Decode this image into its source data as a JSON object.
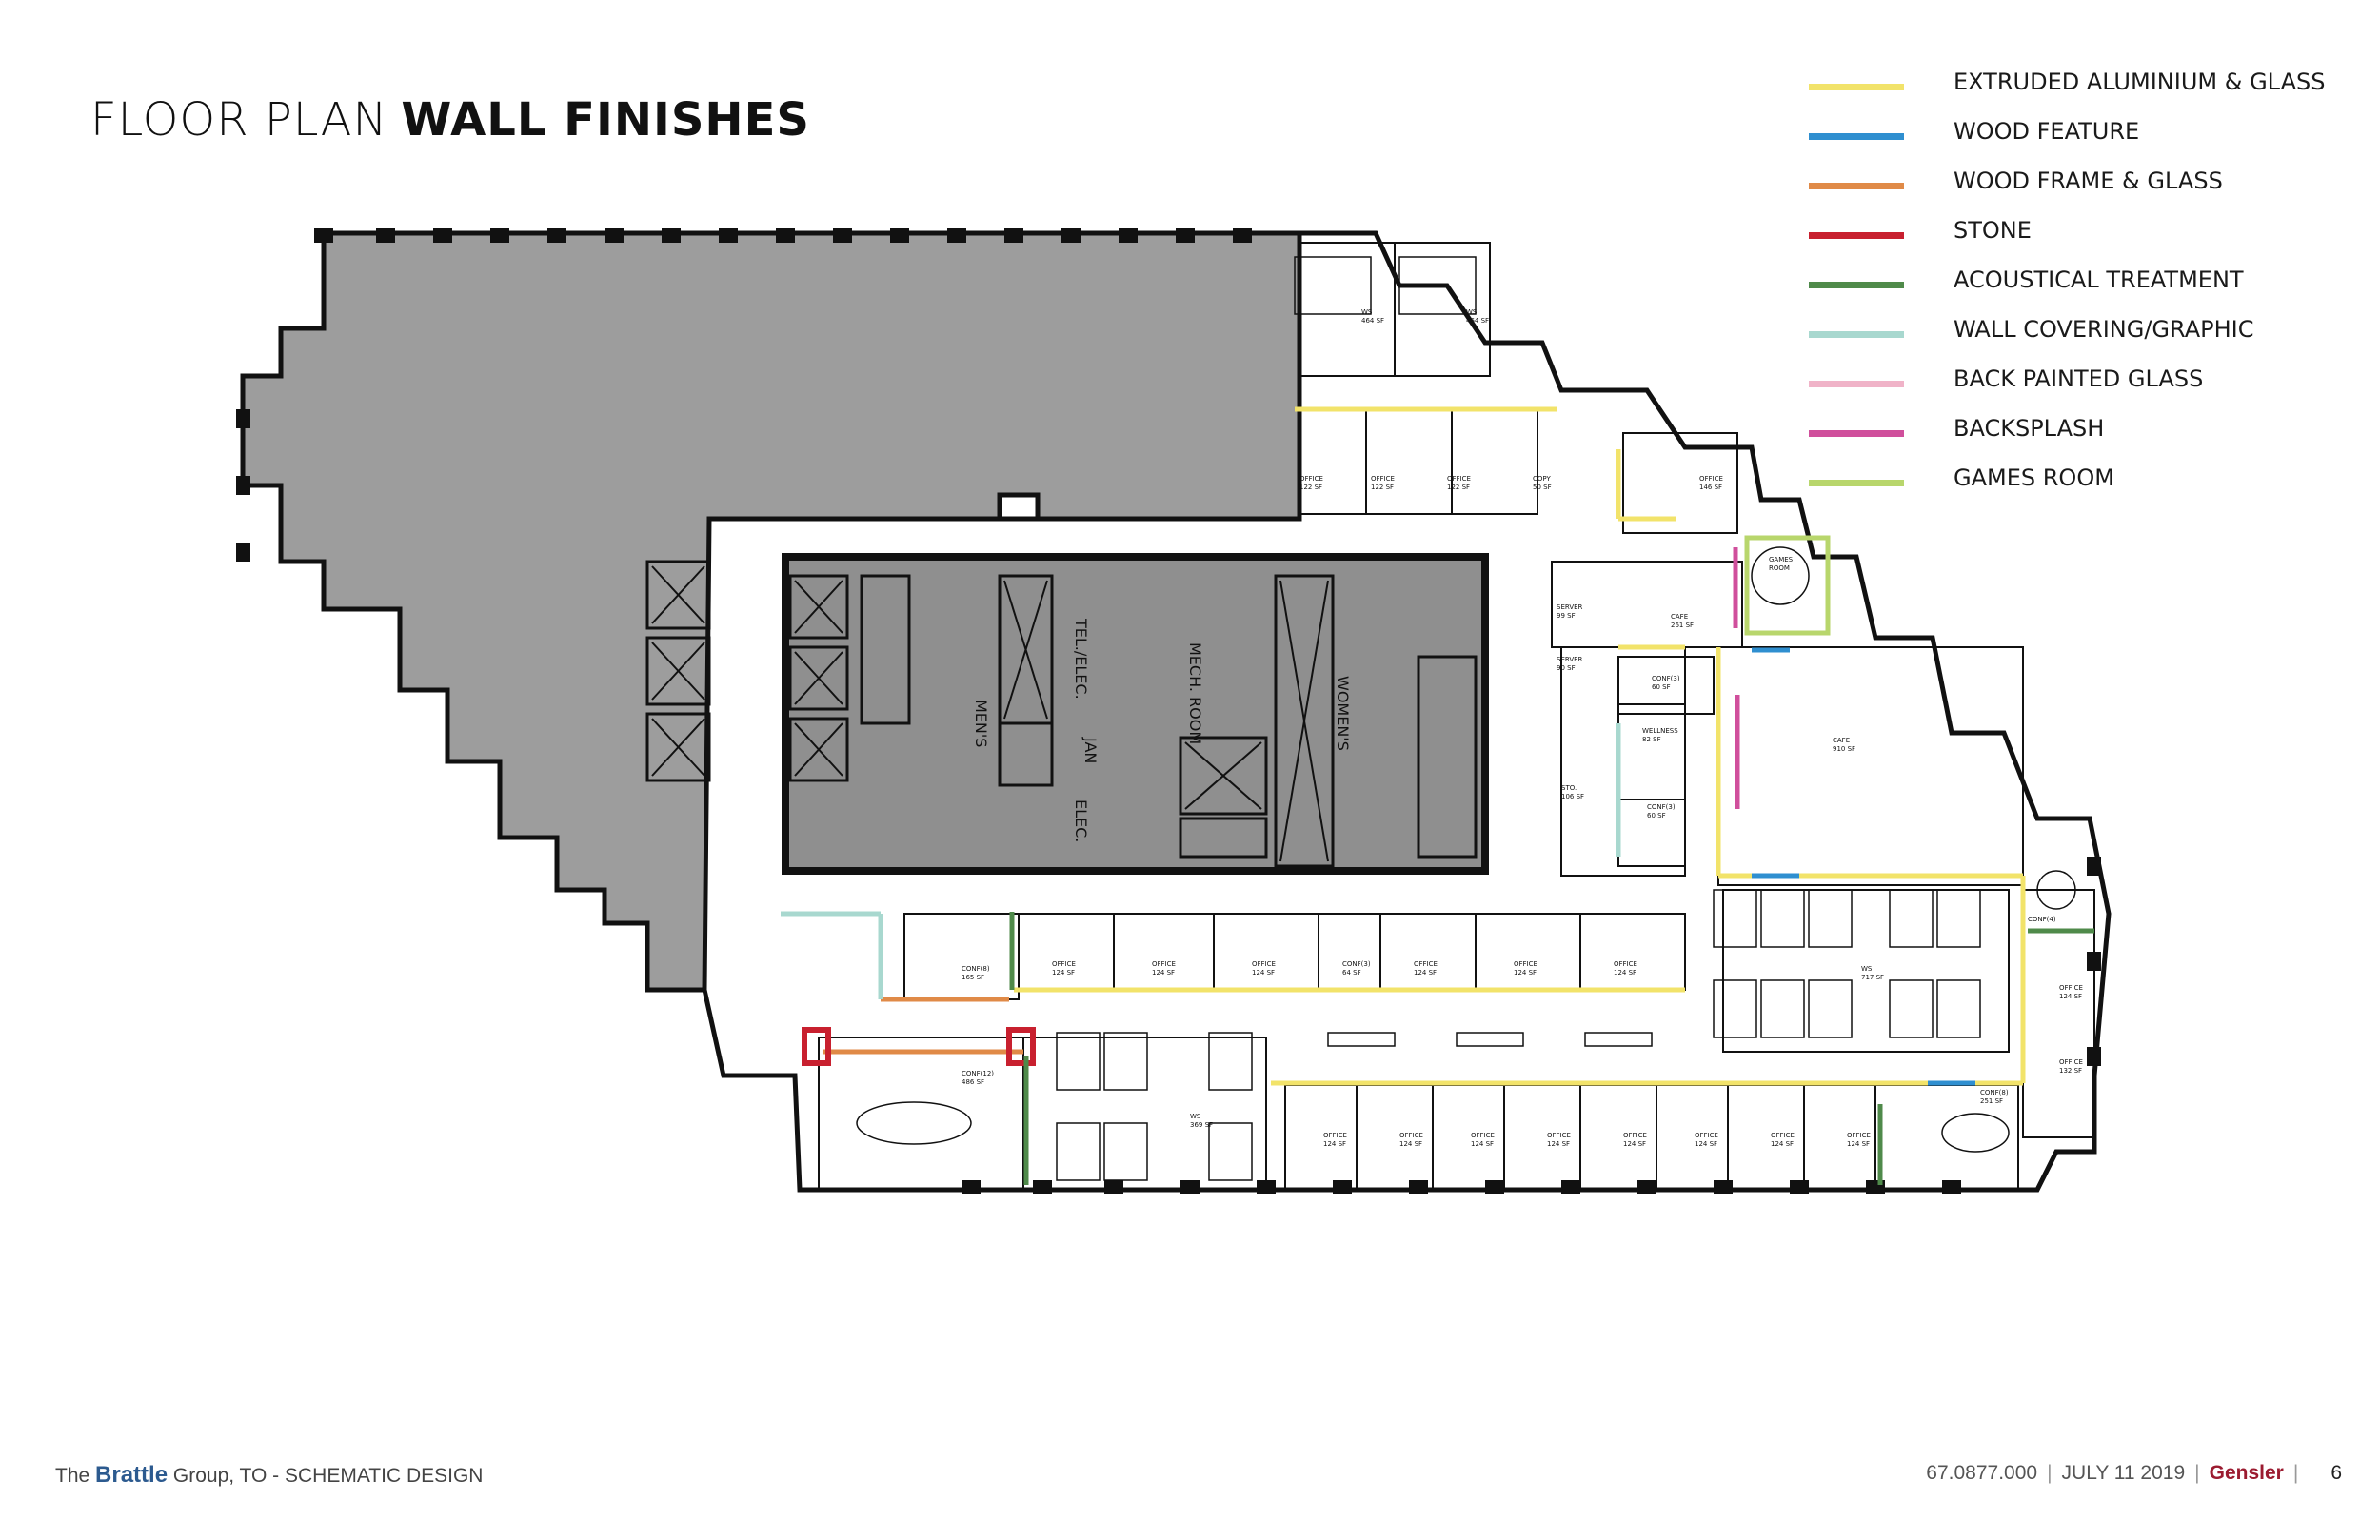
{
  "title": {
    "light": "FLOOR PLAN",
    "bold": "WALL FINISHES"
  },
  "legend": [
    {
      "label": "EXTRUDED ALUMINIUM & GLASS",
      "color": "#f2e36a"
    },
    {
      "label": "WOOD FEATURE",
      "color": "#2f8fd0"
    },
    {
      "label": "WOOD FRAME & GLASS",
      "color": "#e08a47"
    },
    {
      "label": "STONE",
      "color": "#c8202f"
    },
    {
      "label": "ACOUSTICAL TREATMENT",
      "color": "#4f8a4a"
    },
    {
      "label": "WALL COVERING/GRAPHIC",
      "color": "#a8d8cf"
    },
    {
      "label": "BACK PAINTED GLASS",
      "color": "#f0b3c8"
    },
    {
      "label": "BACKSPLASH",
      "color": "#d04f9c"
    },
    {
      "label": "GAMES ROOM",
      "color": "#b8d66c"
    }
  ],
  "core": {
    "mens": "MEN'S",
    "tel_elec": "TEL./ELEC.",
    "jan": "JAN",
    "elec": "ELEC.",
    "mech_room": "MECH. ROOM",
    "womens": "WOMEN'S"
  },
  "rooms": {
    "ws_top_1": "WS\n464 SF",
    "ws_top_2": "WS\n464 SF",
    "office_122_a": "OFFICE\n122 SF",
    "office_122_b": "OFFICE\n122 SF",
    "office_122_c": "OFFICE\n122 SF",
    "copy": "COPY\n50 SF",
    "office_146": "OFFICE\n146 SF",
    "games_room": "GAMES\nROOM",
    "server_99": "SERVER\n99 SF",
    "cafe_261": "CAFE\n261 SF",
    "server_90": "SERVER\n90 SF",
    "conf_60_a": "CONF(3)\n60 SF",
    "wellness": "WELLNESS\n82 SF",
    "sto": "STO.\n106 SF",
    "conf_60_b": "CONF(3)\n60 SF",
    "cafe_910": "CAFE\n910 SF",
    "conf_165": "CONF(8)\n165 SF",
    "office_row_1": "OFFICE\n124 SF",
    "office_row_2": "OFFICE\n124 SF",
    "office_row_3": "OFFICE\n124 SF",
    "conf_64": "CONF(3)\n64 SF",
    "office_row_4": "OFFICE\n124 SF",
    "office_row_5": "OFFICE\n124 SF",
    "office_row_6": "OFFICE\n124 SF",
    "ws_717": "WS\n717 SF",
    "conf_4_right": "CONF(4)",
    "office_right_1": "OFFICE\n124 SF",
    "office_right_2": "OFFICE\n132 SF",
    "conf_486": "CONF(12)\n486 SF",
    "ws_369": "WS\n369 SF",
    "office_bot_1": "OFFICE\n124 SF",
    "office_bot_2": "OFFICE\n124 SF",
    "office_bot_3": "OFFICE\n124 SF",
    "office_bot_4": "OFFICE\n124 SF",
    "office_bot_5": "OFFICE\n124 SF",
    "office_bot_6": "OFFICE\n124 SF",
    "office_bot_7": "OFFICE\n124 SF",
    "office_bot_8": "OFFICE\n124 SF",
    "conf_251": "CONF(8)\n251 SF"
  },
  "footer": {
    "prefix": "The",
    "brand": "Brattle",
    "suffix": "Group, TO  - SCHEMATIC DESIGN",
    "project": "67.0877.000",
    "date": "JULY 11 2019",
    "firm": "Gensler",
    "page": "6"
  }
}
